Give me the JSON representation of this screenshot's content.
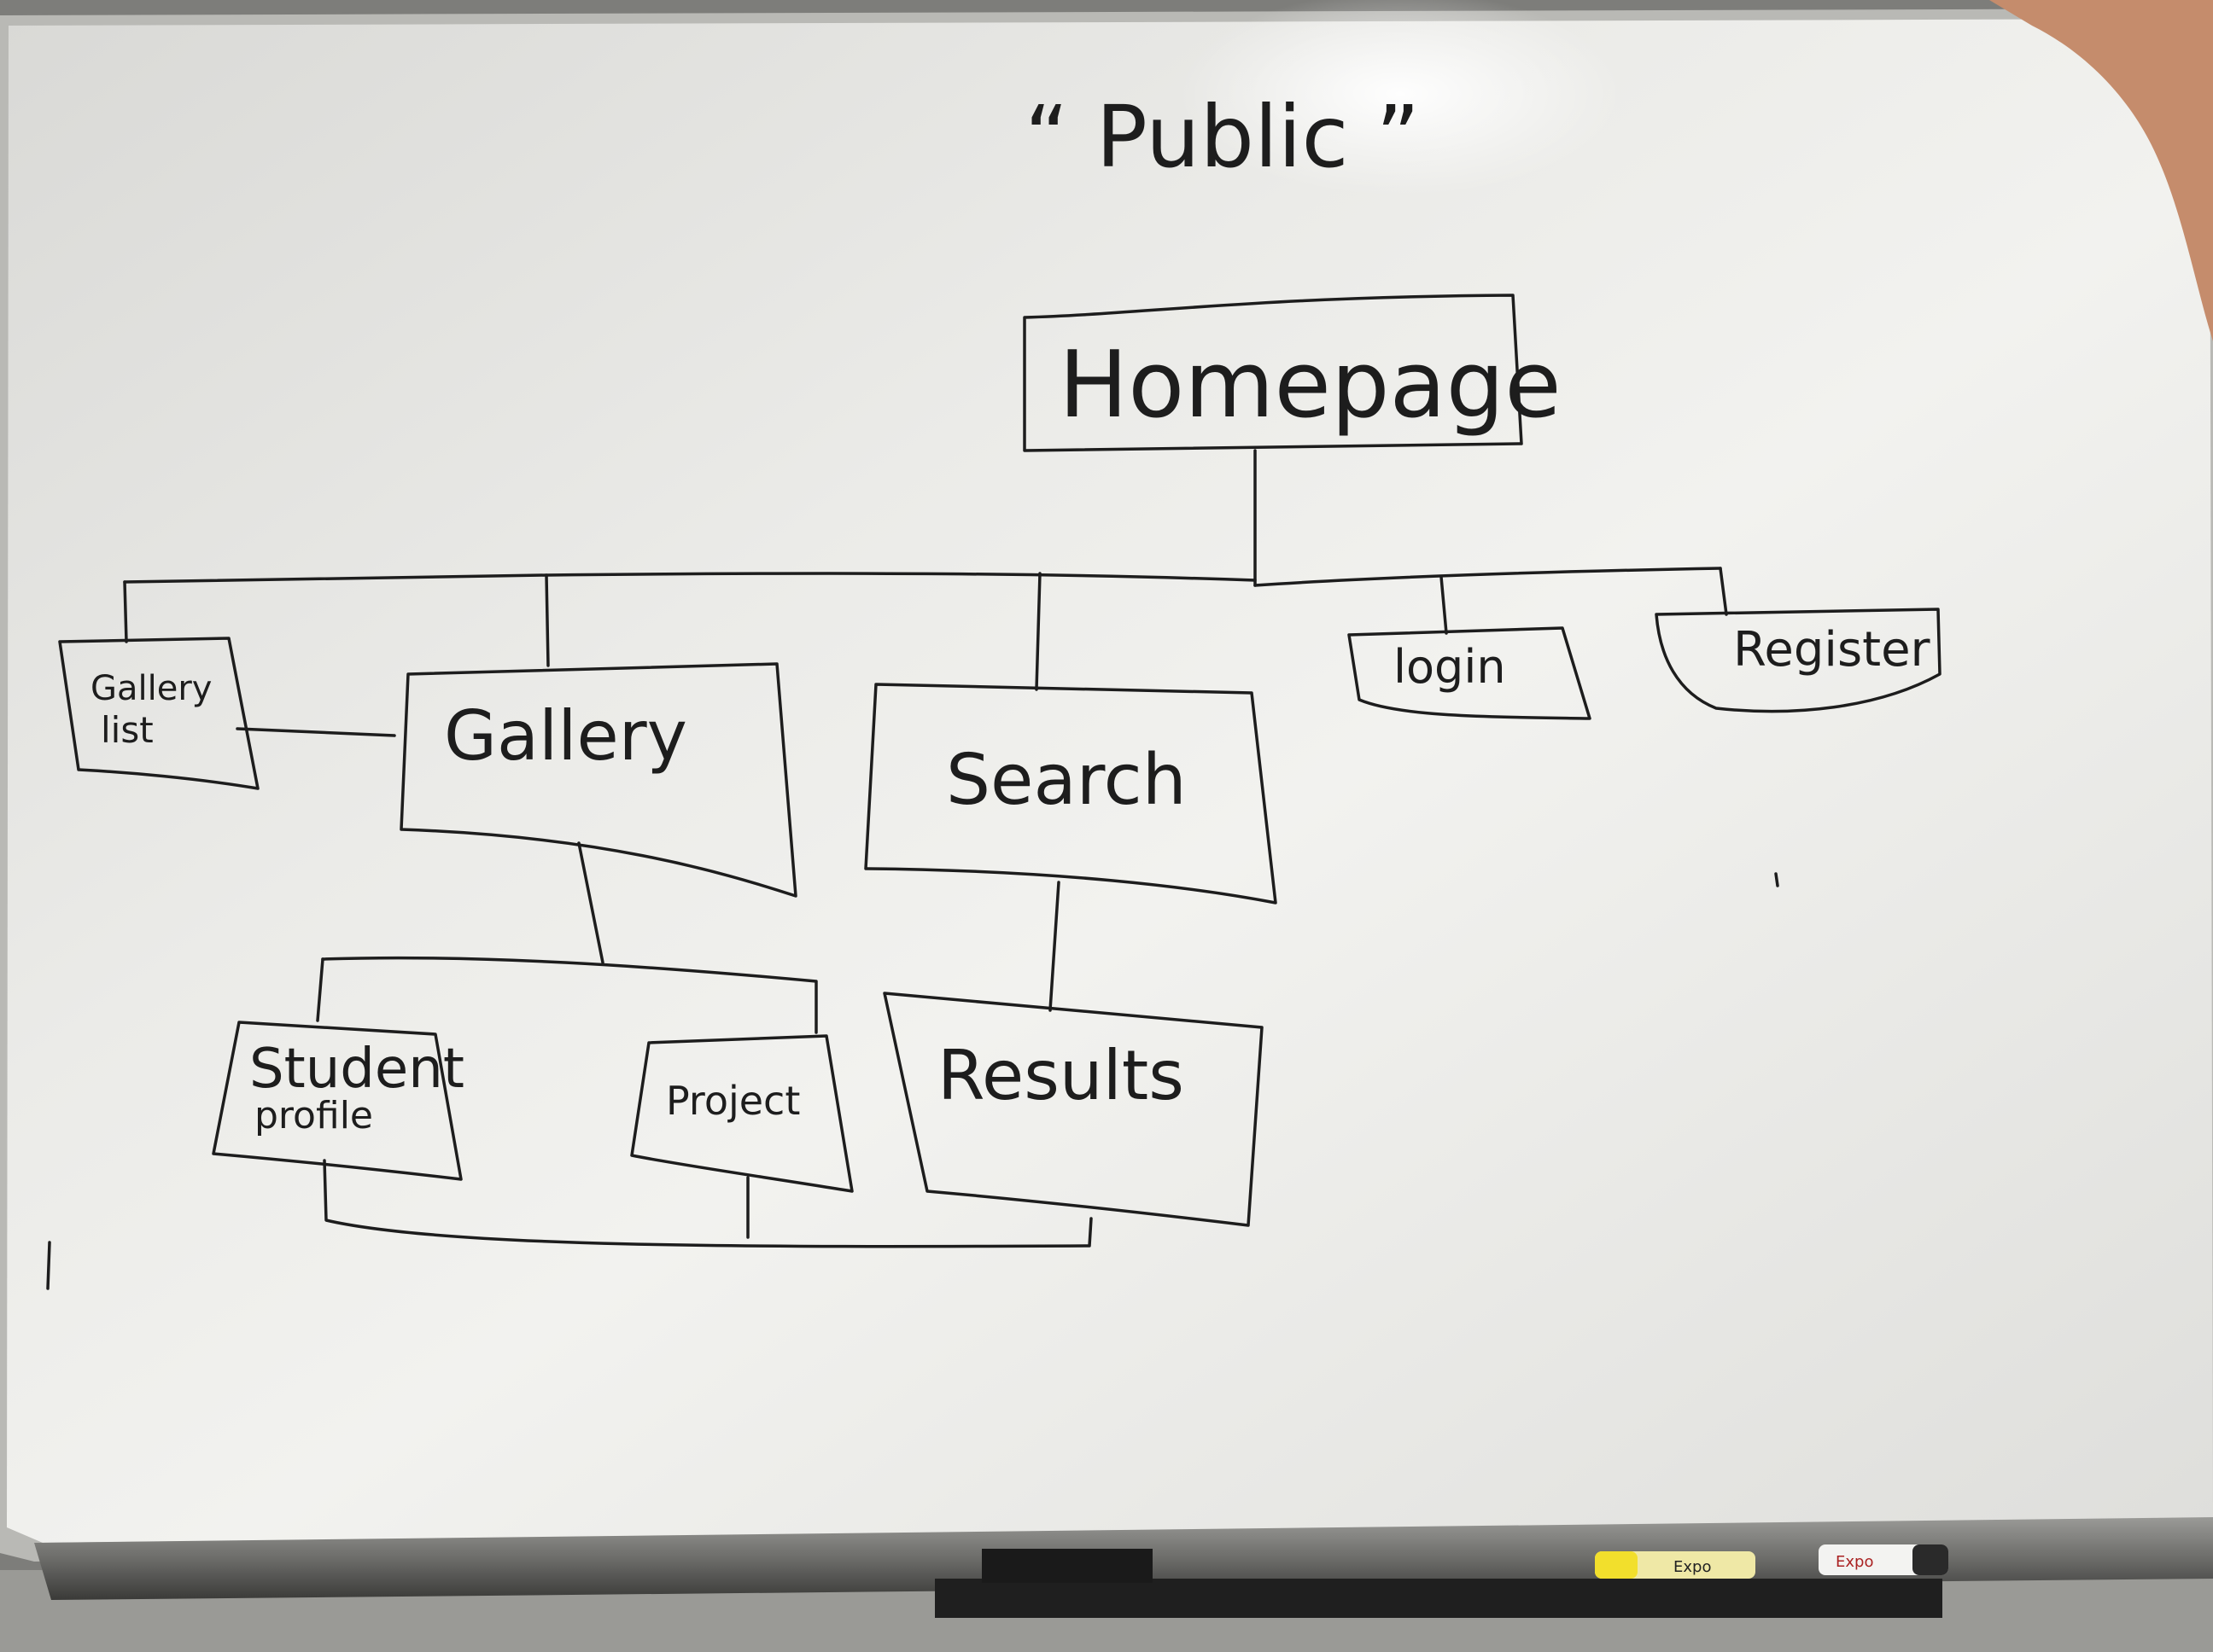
{
  "diagram": {
    "title": "“ Public ”",
    "nodes": {
      "homepage": "Homepage",
      "gallery_list_line1": "Gallery",
      "gallery_list_line2": "list",
      "gallery": "Gallery",
      "search": "Search",
      "login": "login",
      "register": "Register",
      "student_profile_line1": "Student",
      "student_profile_line2": "profile",
      "project": "Project",
      "results": "Results"
    },
    "edges": [
      [
        "homepage",
        "gallery_list"
      ],
      [
        "homepage",
        "gallery"
      ],
      [
        "homepage",
        "search"
      ],
      [
        "homepage",
        "login"
      ],
      [
        "homepage",
        "register"
      ],
      [
        "gallery_list",
        "gallery"
      ],
      [
        "gallery",
        "student_profile"
      ],
      [
        "gallery",
        "project"
      ],
      [
        "search",
        "results"
      ],
      [
        "student_profile",
        "results"
      ],
      [
        "project",
        "results"
      ]
    ]
  },
  "board_tray": {
    "marker_yellow_label": "Expo",
    "marker_white_label": "Expo"
  },
  "colors": {
    "board": "#e9e9e6",
    "ink": "#1d1d1d",
    "frame": "#b6b6b2",
    "tray": "#3a3a3a"
  }
}
